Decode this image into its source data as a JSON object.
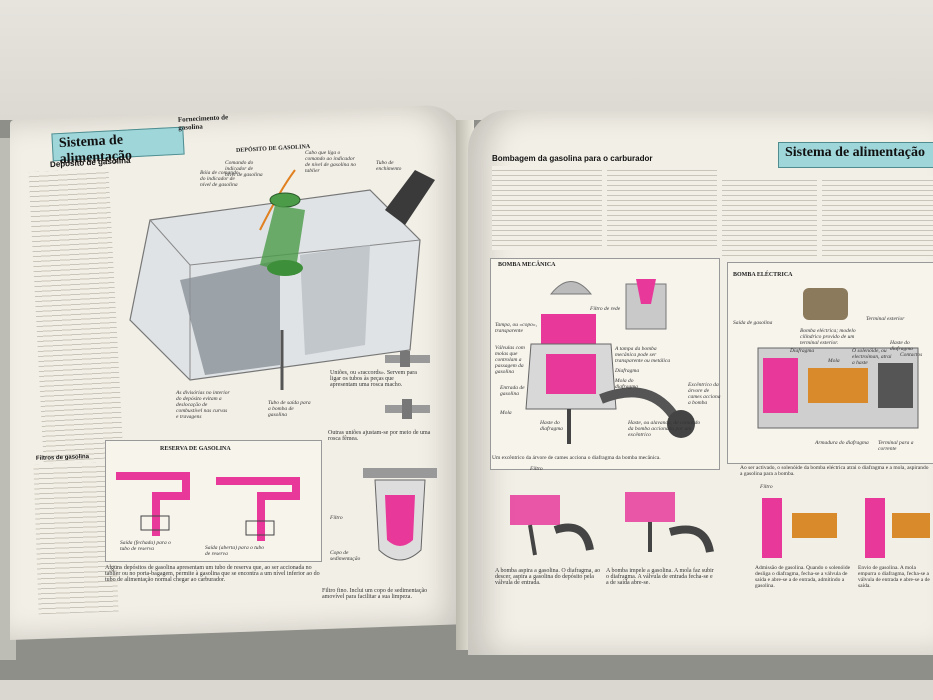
{
  "left_page": {
    "header": "Sistema de alimentação",
    "subheader": "Fornecimento de gasolina",
    "deposit_title": "DEPÓSITO DE GASOLINA",
    "section_title": "Depósito de gasolina",
    "filters_title": "Filtros de gasolina",
    "reserve_title": "RESERVA DE GASOLINA",
    "labels": {
      "boia": "Bóia de comando do indicador de nível de gasolina",
      "comando": "Comando do indicador de nível de gasolina",
      "cabo": "Cabo que liga o comando ao indicador de nível de gasolina no tablier",
      "tubo_enchimento": "Tubo de enchimento",
      "divisorias": "As divisórias no interior do depósito evitam a deslocação de combustível nas curvas e travagens",
      "tubo_saida": "Tubo de saída para a bomba de gasolina",
      "unioes": "Uniões, ou «raccords». Servem para ligar os tubos às peças que apresentam uma rosca macho.",
      "outras_unioes": "Outras uniões ajustam-se por meio de uma rosca fêmea.",
      "saida_fechada": "Saída (fechada) para o tubo de reserva",
      "saida_aberta": "Saída (aberta) para o tubo de reserva",
      "filtro": "Filtro",
      "copo": "Copo de sedimentação",
      "filtro_fino": "Filtro fino. Inclui um copo de sedimentação amovível para facilitar a sua limpeza."
    },
    "reserve_caption": "Alguns depósitos de gasolina apresentam um tubo de reserva que, ao ser accionada no tablier ou no porta-bagagem, permite à gasolina que se encontra a um nível inferior ao do tubo de alimentação normal chegar ao carburador."
  },
  "right_page": {
    "header": "Sistema de alimentação",
    "title": "Bombagem da gasolina para o carburador",
    "bomba_mecanica": "BOMBA MECÂNICA",
    "bomba_electrica": "BOMBA ELÉCTRICA",
    "labels": {
      "filtro_rede": "Filtro de rede",
      "tampa": "Tampa, ou «copo», transparente",
      "valvulas": "Válvulas com molas que controlam a passagem da gasolina",
      "entrada": "Entrada de gasolina",
      "mola": "Mola",
      "haste": "Haste do diafragma",
      "tampa_bomba": "A tampa da bomba mecânica pode ser transparente ou metálica",
      "diafragma": "Diafragma",
      "mola_diafragma": "Mola do diafragma",
      "excentrico": "Excêntrico da árvore de cames acciona a bomba",
      "haste_alavanca": "Haste, ou alavanca, de comando da bomba accionada por um excêntrico",
      "excentrico_caption": "Um excêntrico da árvore de cames acciona o diafragma da bomba mecânica.",
      "terminal_exterior": "Terminal exterior",
      "saida_gasolina": "Saída de gasolina",
      "bomba_eletrica_nota": "Bomba eléctrica; modelo cilíndrico provido de um terminal exterior.",
      "haste_diafragma": "Haste do diafragma",
      "contactos": "Contactos",
      "diafragma_e": "Diafragma",
      "mola_e": "Mola",
      "solenoide": "O solenóide, ou electroíman, atrai a haste",
      "armadura": "Armadura do diafragma",
      "terminal_corrente": "Terminal para a corrente",
      "filtro_r": "Filtro",
      "admissao": "Admissão de gasolina. Quando o solenóide desliga o diafragma, fecha-se a válvula de saída e abre-se a de entrada, admitindo a gasolina.",
      "envio": "Envio de gasolina. A mola empurra o diafragma, fecha-se a válvula de entrada e abre-se a de saída."
    },
    "captions": {
      "aspira": "A bomba aspira a gasolina. O diafragma, ao descer, aspira a gasolina do depósito pela válvula de entrada.",
      "impele": "A bomba impele a gasolina. A mola faz subir o diafragma. A válvula de entrada fecha-se e a de saída abre-se.",
      "electric_note": "Ao ser activado, o solenóide da bomba eléctrica atrai o diafragma e a mola, aspirando a gasolina para a bomba."
    }
  },
  "colors": {
    "header_bg": "#9fd6da",
    "accent_pink": "#e8399b",
    "accent_green": "#3e8f3a",
    "page_paper": "#f2efe6"
  }
}
